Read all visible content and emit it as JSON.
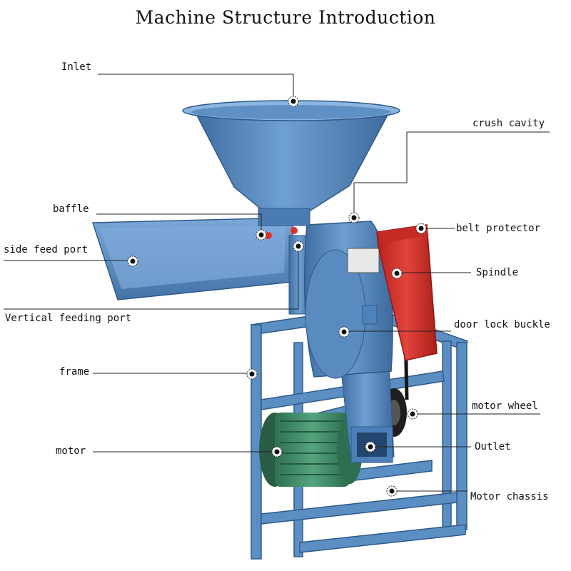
{
  "title": "Machine Structure Introduction",
  "labels": {
    "inlet": "Inlet",
    "crush_cavity": "crush cavity",
    "baffle": "baffle",
    "belt_protector": "belt protector",
    "side_feed_port": "side feed port",
    "spindle": "Spindle",
    "vertical_feeding_port": "Vertical feeding port",
    "door_lock_buckle": "door lock buckle",
    "frame": "frame",
    "motor_wheel": "motor wheel",
    "motor": "motor",
    "outlet": "Outlet",
    "motor_chassis": "Motor chassis"
  },
  "colors": {
    "machine_blue": "#5b8fc4",
    "belt_guard_red": "#d9322b",
    "motor_green": "#3f8f6a",
    "leader_line": "#222222"
  }
}
